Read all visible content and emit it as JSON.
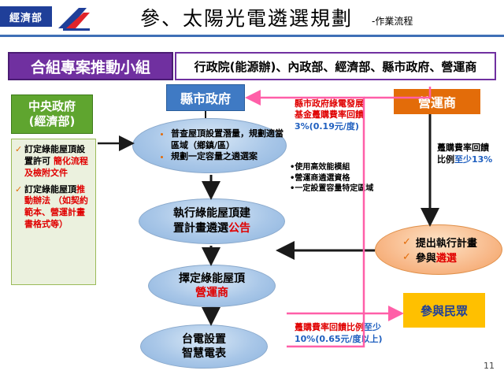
{
  "header": {
    "logo_text": "經濟部",
    "title": "參、太陽光電遴選規劃",
    "subtitle": "-作業流程",
    "page_number": "11"
  },
  "group": {
    "name": "合組專案推動小組",
    "members": "行政院(能源辦)、內政部、經濟部、縣市政府、營運商"
  },
  "central": {
    "title_line1": "中央政府",
    "title_line2": "(經濟部)",
    "bullets": [
      {
        "parts": [
          "訂定綠能屋頂設置許可",
          "簡化流程及檢附文件"
        ]
      },
      {
        "parts": [
          "訂定綠能屋頂",
          "推動辦法",
          "（如契約範本、營運計畫書格式等）"
        ]
      }
    ]
  },
  "county": {
    "title": "縣市政府",
    "tasks": [
      "普查屋頂設置潛量，規劃適當區域（鄉鎮/區）",
      "規劃一定容量之遴選案"
    ]
  },
  "operator": {
    "title": "營運商",
    "tasks": [
      "提出執行計畫",
      "參與",
      "遴選"
    ]
  },
  "public": {
    "title": "參與民眾"
  },
  "steps": {
    "step2_line1": "執行綠能屋頂建",
    "step2_line2": "置計畫遴選",
    "step2_red": "公告",
    "step3_line1": "擇定綠能屋頂",
    "step3_line2": "營運商",
    "step4_line1": "台電設置",
    "step4_line2": "智慧電表"
  },
  "notes": {
    "county_fund_line1": "縣市政府綠電發展",
    "county_fund_line2": "基金躉購費率回饋",
    "county_fund_pct": "3%(0.19元/度)",
    "operator_rebate_line1": "躉購費率回饋",
    "operator_rebate_line2a": "比例",
    "operator_rebate_line2b": "至少13%",
    "options": [
      "•使用高效能模組",
      "•營運商遴選資格",
      "•一定設置容量特定區域"
    ],
    "public_rebate_line1a": "躉購費率回饋比例",
    "public_rebate_line1b": "至少",
    "public_rebate_line2": "10%(0.65元/度以上)"
  },
  "colors": {
    "purple": "#7030a0",
    "green": "#5fa52f",
    "blue": "#3f7ac4",
    "orange": "#e36c09",
    "gold": "#ffc000",
    "pink_arrow": "#ff5fa8",
    "dark_arrow": "#1a1a1a"
  }
}
